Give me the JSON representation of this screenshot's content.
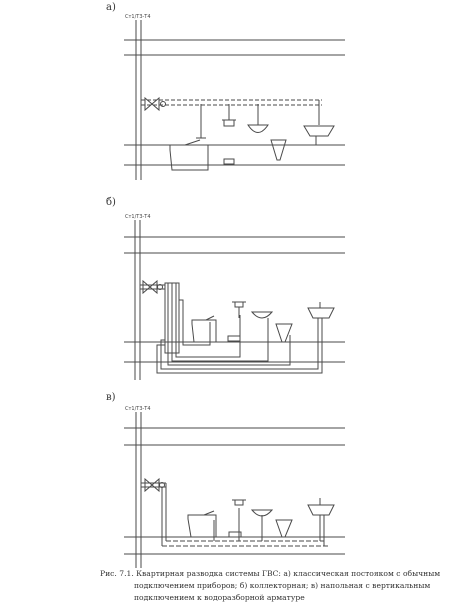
{
  "panels": {
    "a": {
      "label": "а)",
      "riser_tag": "Ст1/Т3-Т4"
    },
    "b": {
      "label": "б)",
      "riser_tag": "Ст1/Т3-Т4"
    },
    "v": {
      "label": "в)",
      "riser_tag": "Ст1/Т3-Т4"
    }
  },
  "caption": {
    "line1": "Рис. 7.1. Квартирная разводка системы ГВС: а) классическая постояком с обычным",
    "line2": "подключением приборов; б) коллекторная; в) напольная с вертикальным",
    "line3": "подключением к водоразборной арматуре"
  },
  "colors": {
    "line": "#4a4a4a",
    "background": "#ffffff"
  }
}
